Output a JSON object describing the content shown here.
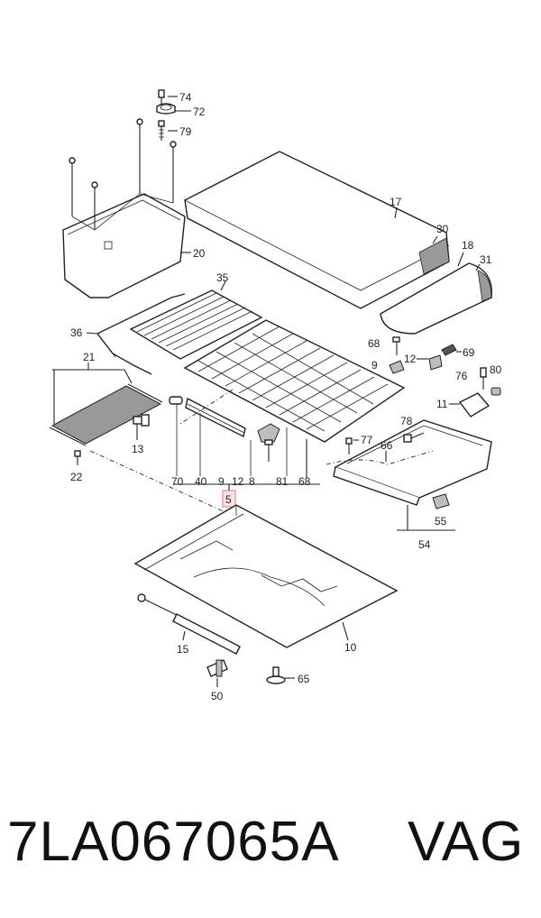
{
  "callouts": {
    "c74": "74",
    "c72": "72",
    "c79": "79",
    "c20": "20",
    "c17": "17",
    "c30": "30",
    "c18": "18",
    "c31": "31",
    "c35": "35",
    "c36": "36",
    "c21": "21",
    "c13": "13",
    "c22": "22",
    "c68a": "68",
    "c12a": "12",
    "c69": "69",
    "c9a": "9",
    "c76": "76",
    "c80": "80",
    "c11": "11",
    "c78": "78",
    "c77": "77",
    "c66": "66",
    "c70": "70",
    "c40": "40",
    "c9b": "9",
    "c12b": "12",
    "c8": "8",
    "c81": "81",
    "c68b": "68",
    "c5": "5",
    "c55": "55",
    "c54": "54",
    "c15": "15",
    "c10": "10",
    "c50": "50",
    "c65": "65"
  },
  "footer": {
    "part_number": "7LA067065A",
    "brand": "VAG"
  },
  "colors": {
    "line": "#222222",
    "highlight": "#e88a8a",
    "background": "#ffffff"
  }
}
